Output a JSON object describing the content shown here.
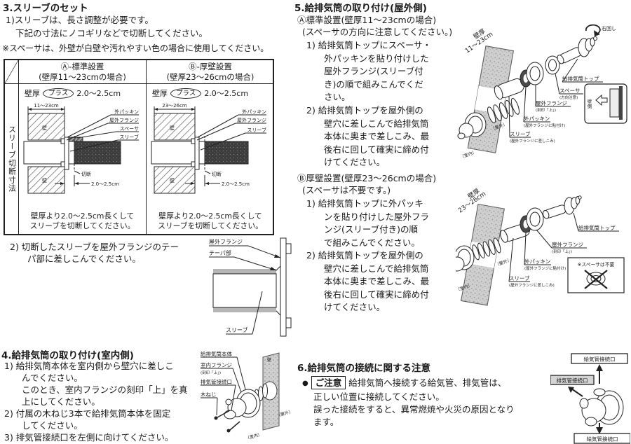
{
  "page": {
    "background": "#ffffff",
    "ink": "#1a1a1a"
  },
  "sec3": {
    "num": "3.",
    "title": "スリーブのセット",
    "line1": "1)スリーブは、長さ調整が必要です。",
    "line2": "下記の寸法にノコギリなどで切断してください。",
    "note": "※スペーサは、外壁が白壁や汚れやすい色の場合に使用してください。",
    "table": {
      "side_label": "スリーブ切断寸法",
      "a": {
        "header_line1": "Ⓐ-標準設置",
        "header_line2": "(壁厚11〜23cmの場合)",
        "wall_word": "壁厚",
        "plus_word": "プラス",
        "plus_dim": "2.0〜2.5cm",
        "top_dim": "11〜23cm",
        "lbl_packing": "外パッキン",
        "lbl_flange": "屋外フランジ",
        "lbl_spacer": "スペーサ",
        "lbl_sleeve": "スリーブ",
        "lbl_wall_top": "壁",
        "lbl_wall_bottom": "壁",
        "lbl_cut": "切断",
        "bottom_dim": "2.0〜2.5cm",
        "caption": "壁厚より2.0〜2.5cm長くして\nスリーブを切断してください。"
      },
      "b": {
        "header_line1": "Ⓑ-厚壁設置",
        "header_line2": "(壁厚23〜26cmの場合)",
        "wall_word": "壁厚",
        "plus_word": "プラス",
        "plus_dim": "2.0〜2.5cm",
        "top_dim": "23〜26cm",
        "lbl_packing": "外パッキン",
        "lbl_flange": "屋外フランジ",
        "lbl_sleeve": "スリーブ",
        "lbl_wall_top": "壁",
        "lbl_wall_bottom": "壁",
        "lbl_cut": "切断",
        "bottom_dim": "2.0〜2.5cm",
        "caption": "壁厚より2.0〜2.5cm長くして\nスリーブを切断してください。"
      }
    },
    "item2": "2) 切断したスリーブを屋外フランジのテー\n　　パ部に差しこんでください。",
    "fig": {
      "flange": "屋外フランジ",
      "taper": "テーパ部",
      "sleeve": "スリーブ"
    }
  },
  "sec4": {
    "num": "4.",
    "title": "給排気筒の取り付け(室内側)",
    "items": "1) 給排気筒本体を室内側から壁穴に差しこ\n　　んでください。\n　　このとき、室内フランジの刻印「上」を真\n　　上にしてください。\n2) 付属の木ねじ3本で給排気筒本体を固定\n　　してください。\n3) 排気管接続口を左側に向けてください。",
    "fig": {
      "body": "給排気筒本体",
      "flange": "室内フランジ",
      "flange_note": "(刻印「上」)",
      "exhaust": "排気管接続口",
      "screw": "木ねじ",
      "wall": "壁",
      "indoor": "〔室内〕",
      "outdoor": "〔屋外〕"
    }
  },
  "sec5": {
    "num": "5.",
    "title": "給排気筒の取り付け(屋外側)",
    "a": {
      "heading": "Ⓐ標準設置(壁厚11〜23cmの場合)",
      "subheading": "(スペーサの方向に注意してください。)",
      "item1": "1) 給排気筒トップにスペーサ・\n　　外パッキンを貼り付けした\n　　屋外フランジ(スリーブ付\n　　き)の順で組みこんでくだ\n　　さい。",
      "item2": "2) 給排気筒トップを屋外側の\n　　壁穴に差しこんで給排気筒\n　　本体に奥まで差しこみ、最\n　　後右に回して確実に締め付\n　　けてください。",
      "fig": {
        "wall_word": "壁厚",
        "wall_dim": "11〜23cm",
        "turn": "右回し",
        "top_unit": "給排気筒トップ",
        "spacer": "スペーサ",
        "spacer_note": "(方向注意)",
        "flange": "屋外フランジ",
        "flange_note": "(刻印「上」)",
        "packing": "外パッキン",
        "packing_note": "(屋外フランジに貼付け)",
        "sleeve": "スリーブ",
        "sleeve_note": "(屋外フランジに差しこみ)",
        "indoor": "〔室内〕",
        "outdoor": "〔屋外〕",
        "inset_wall_side": "壁側"
      }
    },
    "b": {
      "heading": "Ⓑ厚壁設置(壁厚23〜26cmの場合)",
      "subheading": "(スペーサは不要です。)",
      "item1": "1) 給排気筒トップに外パッキ\n　　ンを貼り付けした屋外フラ\n　　ンジ(スリーブ付き)の順\n　　で組みこんでください。",
      "item2": "2) 給排気筒トップを屋外側の\n　　壁穴に差しこんで給排気筒\n　　本体に奥まで差しこみ、最\n　　後右に回して確実に締め付\n　　けてください。",
      "fig": {
        "wall_word": "壁厚",
        "wall_dim": "23〜26cm",
        "top_unit": "給排気筒トップ",
        "flange": "屋外フランジ",
        "flange_note": "(刻印「上」)",
        "packing": "外パッキン",
        "packing_note": "(屋外フランジに貼付け)",
        "sleeve": "スリーブ",
        "sleeve_note": "(屋外フランジに差しこみ)",
        "indoor": "〔室内〕",
        "outdoor": "〔屋外〕",
        "no_spacer": "※スペーサは不要"
      }
    }
  },
  "sec6": {
    "num": "6.",
    "title": "給排気筒の接続に関する注意",
    "bullet": "●",
    "caution_label": "ご注意",
    "line1": "給排気筒へ接続する給気管、排気管は、",
    "rest": "正しい位置に接続してください。\n誤った接続をすると、異常燃焼や火災の原因となり\nます。",
    "fig": {
      "supply_top": "給気管接続口",
      "exhaust": "排気管接続口",
      "supply_bottom": "給気管接続口"
    }
  }
}
